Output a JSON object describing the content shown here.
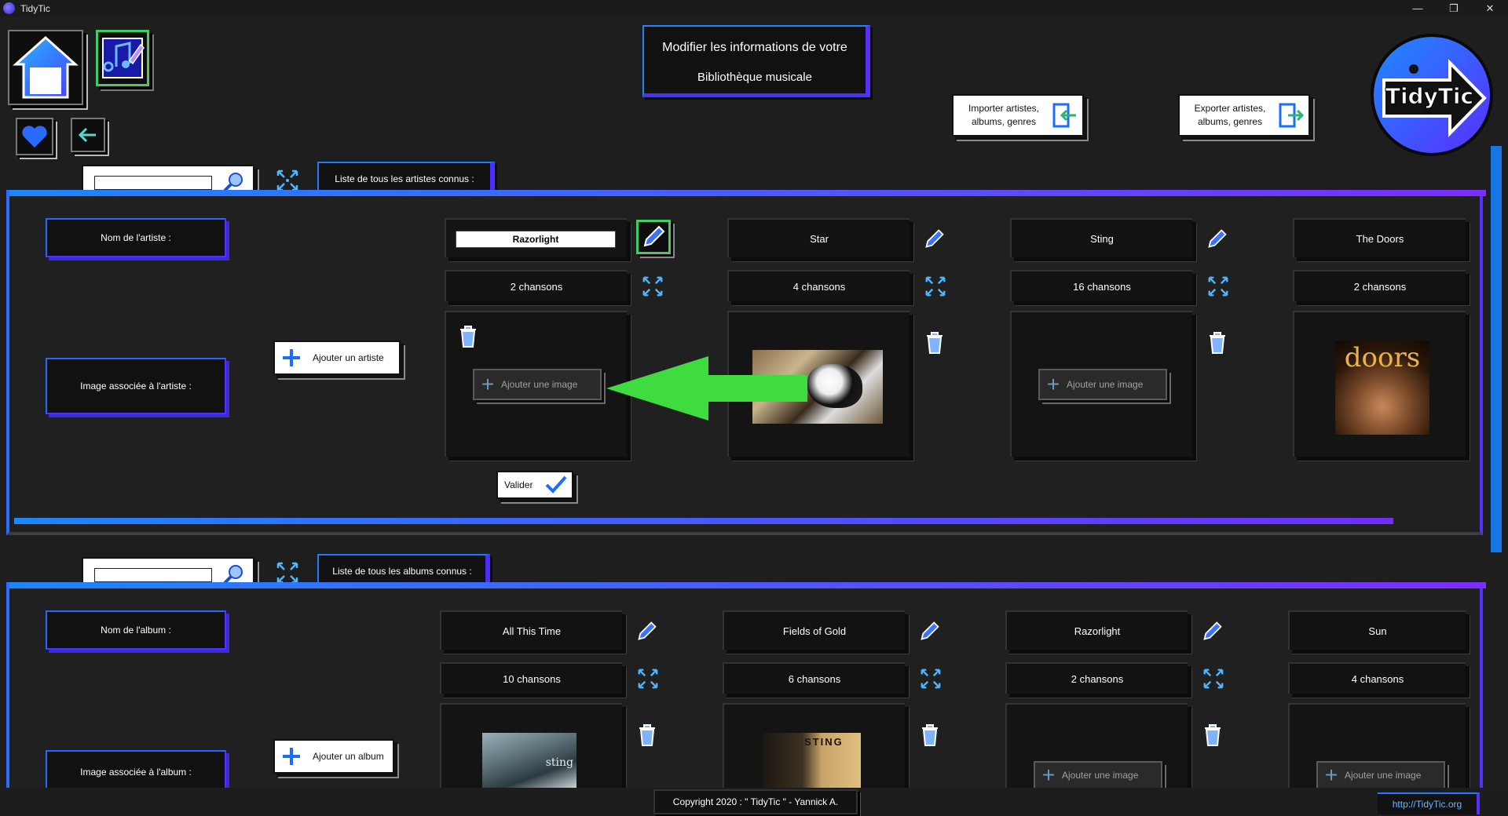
{
  "window": {
    "title": "TidyTic",
    "minimize": "—",
    "restore": "❐",
    "close": "✕"
  },
  "header": {
    "title_line1": "Modifier les informations de votre",
    "title_line2": "Bibliothèque musicale",
    "import_label": "Importer artistes, albums, genres",
    "export_label": "Exporter artistes, albums, genres",
    "logo_text": "TidyTic"
  },
  "artists": {
    "section_title": "Liste de tous les artistes connus :",
    "search_value": "",
    "name_label": "Nom de l'artiste :",
    "image_label": "Image associée à l'artiste :",
    "add_button": "Ajouter un artiste",
    "validate_button": "Valider",
    "add_image_label": "Ajouter une image",
    "cards": [
      {
        "name": "Razorlight",
        "count": "2 chansons"
      },
      {
        "name": "Star",
        "count": "4 chansons"
      },
      {
        "name": "Sting",
        "count": "16 chansons"
      },
      {
        "name": "The Doors",
        "count": "2 chansons"
      }
    ],
    "doors_image_text": "doors"
  },
  "albums": {
    "section_title": "Liste de tous les albums connus :",
    "search_value": "",
    "name_label": "Nom de l'album :",
    "image_label": "Image associée à l'album :",
    "add_button": "Ajouter un album",
    "add_image_label": "Ajouter une image",
    "cards": [
      {
        "name": "All This Time",
        "count": "10 chansons"
      },
      {
        "name": "Fields of Gold",
        "count": "6 chansons"
      },
      {
        "name": "Razorlight",
        "count": "2 chansons"
      },
      {
        "name": "Sun",
        "count": "4 chansons"
      }
    ],
    "sting_cover_text": "STING",
    "sting_cover_text2": "sting"
  },
  "footer": {
    "copyright": "Copyright 2020 : \" TidyTic \" - Yannick A.",
    "url": "http://TidyTic.org"
  },
  "colors": {
    "accent_blue": "#1f7dff",
    "accent_purple": "#6a2dff",
    "arrow_green": "#3fdc3f"
  }
}
